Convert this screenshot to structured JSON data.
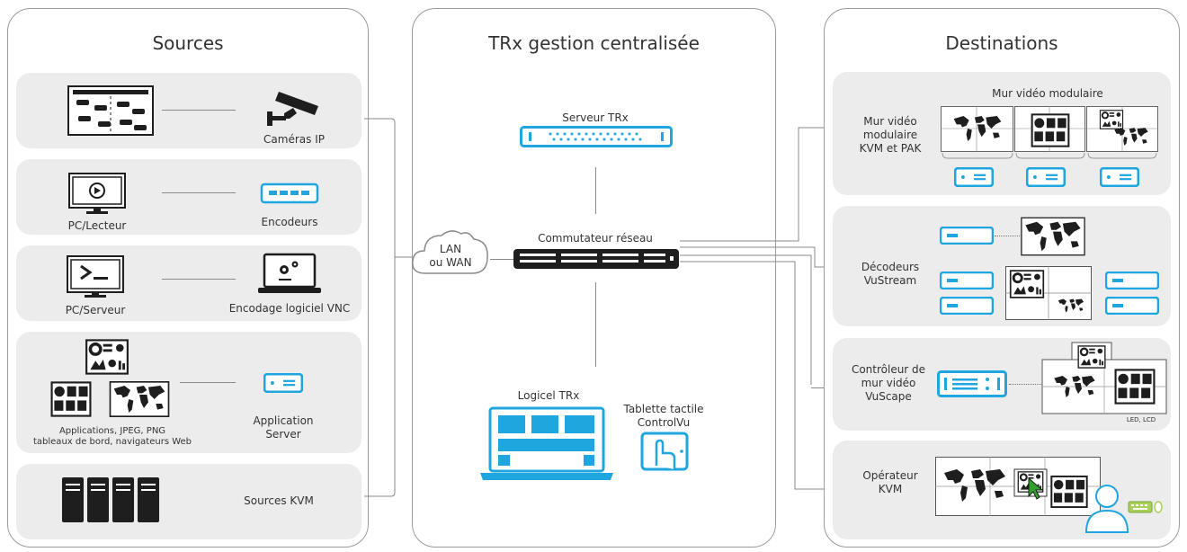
{
  "panels": {
    "sources": "Sources",
    "center": "TRx gestion centralisée",
    "destinations": "Destinations"
  },
  "sources": {
    "cameras": "Caméras IP",
    "pc_player": "PC/Lecteur",
    "encoders": "Encodeurs",
    "pc_server": "PC/Serveur",
    "vnc": "Encodage logiciel VNC",
    "apps_line1": "Applications, JPEG, PNG",
    "apps_line2": "tableaux de bord, navigateurs Web",
    "app_server_line1": "Application",
    "app_server_line2": "Server",
    "kvm": "Sources KVM"
  },
  "center": {
    "server": "Serveur TRx",
    "switch": "Commutateur réseau",
    "cloud_line1": "LAN",
    "cloud_line2": "ou WAN",
    "software": "Logicel TRx",
    "tablet_line1": "Tablette tactile",
    "tablet_line2": "ControlVu"
  },
  "destinations": {
    "modular_title": "Mur vidéo modulaire",
    "modular_line1": "Mur vidéo",
    "modular_line2": "modulaire",
    "modular_line3": "KVM et PAK",
    "decoders_line1": "Décodeurs",
    "decoders_line2": "VuStream",
    "controller_line1": "Contrôleur de",
    "controller_line2": "mur vidéo",
    "controller_line3": "VuScape",
    "led_lcd": "LED, LCD",
    "operator_line1": "Opérateur",
    "operator_line2": "KVM"
  },
  "colors": {
    "accent": "#1fa6de",
    "dark": "#1e1e1e",
    "panel_row": "#ececec",
    "line": "#8a8a8a"
  }
}
